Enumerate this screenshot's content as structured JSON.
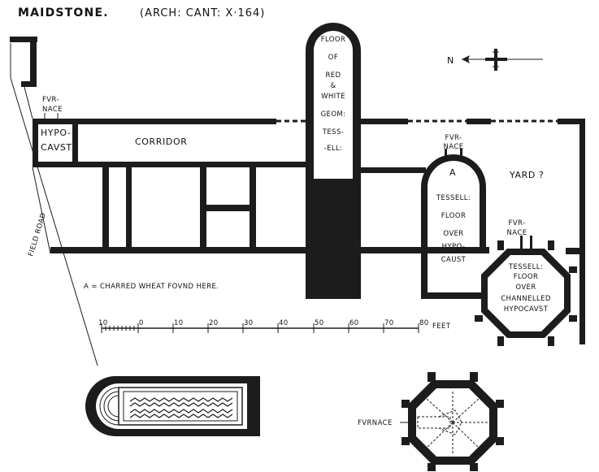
{
  "title": "MAIDSTONE.",
  "reference": "(ARCH: CANT: X·164)",
  "north_label": "N",
  "labels": {
    "furnace_top_left": [
      "FVR-",
      "NACE"
    ],
    "hypocaust_left": [
      "HYPO-",
      "CAVST"
    ],
    "corridor": "CORRIDOR",
    "floor_apse": [
      "FLOOR",
      "OF",
      "RED",
      "&",
      "WHITE",
      "GEOM:",
      "TESS-",
      "-ELL:"
    ],
    "furnace_a": [
      "FVR-",
      "NACE"
    ],
    "room_a": "A",
    "yard": "YARD ?",
    "tessell_floor": [
      "TESSELL:",
      "FLOOR",
      "OVER",
      "HYPO-",
      "CAUST"
    ],
    "furnace_octagon": [
      "FVR-",
      "NACE"
    ],
    "octagon_room": [
      "TESSELL:",
      "FLOOR",
      "OVER",
      "CHANNELLED",
      "HYPOCAVST"
    ],
    "field_road": "FIELD ROAD",
    "note": "A = CHARRED WHEAT FOVND HERE.",
    "furnace_detail": "FVRNACE"
  },
  "scale": {
    "ticks": [
      "10",
      "0",
      "10",
      "20",
      "30",
      "40",
      "50",
      "60",
      "70",
      "80"
    ],
    "unit": "FEET"
  }
}
